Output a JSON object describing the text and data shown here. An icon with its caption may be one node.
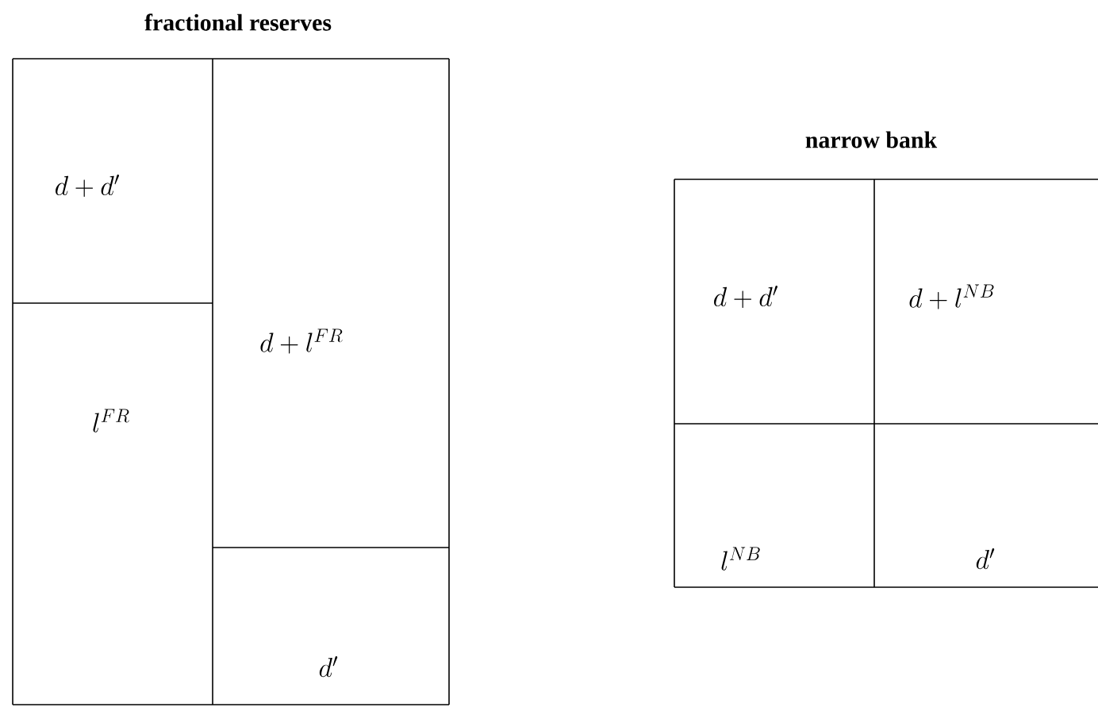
{
  "diagram": {
    "nodes": [
      {
        "text": [
          "fractional reserves"
        ]
      },
      {
        "text": [
          "d+d'"
        ],
        "in": 0
      },
      {
        "text": [
          "l^{FR}"
        ],
        "in": 0
      },
      {
        "text": [
          "d+l^{FR}"
        ],
        "in": 0
      },
      {
        "text": [
          "d'"
        ],
        "in": 0
      },
      {
        "text": [
          "narrow bank"
        ]
      },
      {
        "text": [
          "d+d'"
        ],
        "in": 5
      },
      {
        "text": [
          "d+l^{NB}"
        ],
        "in": 5
      },
      {
        "text": [
          "l^{NB}"
        ],
        "in": 5
      },
      {
        "text": [
          "d'"
        ],
        "in": 5
      }
    ]
  }
}
